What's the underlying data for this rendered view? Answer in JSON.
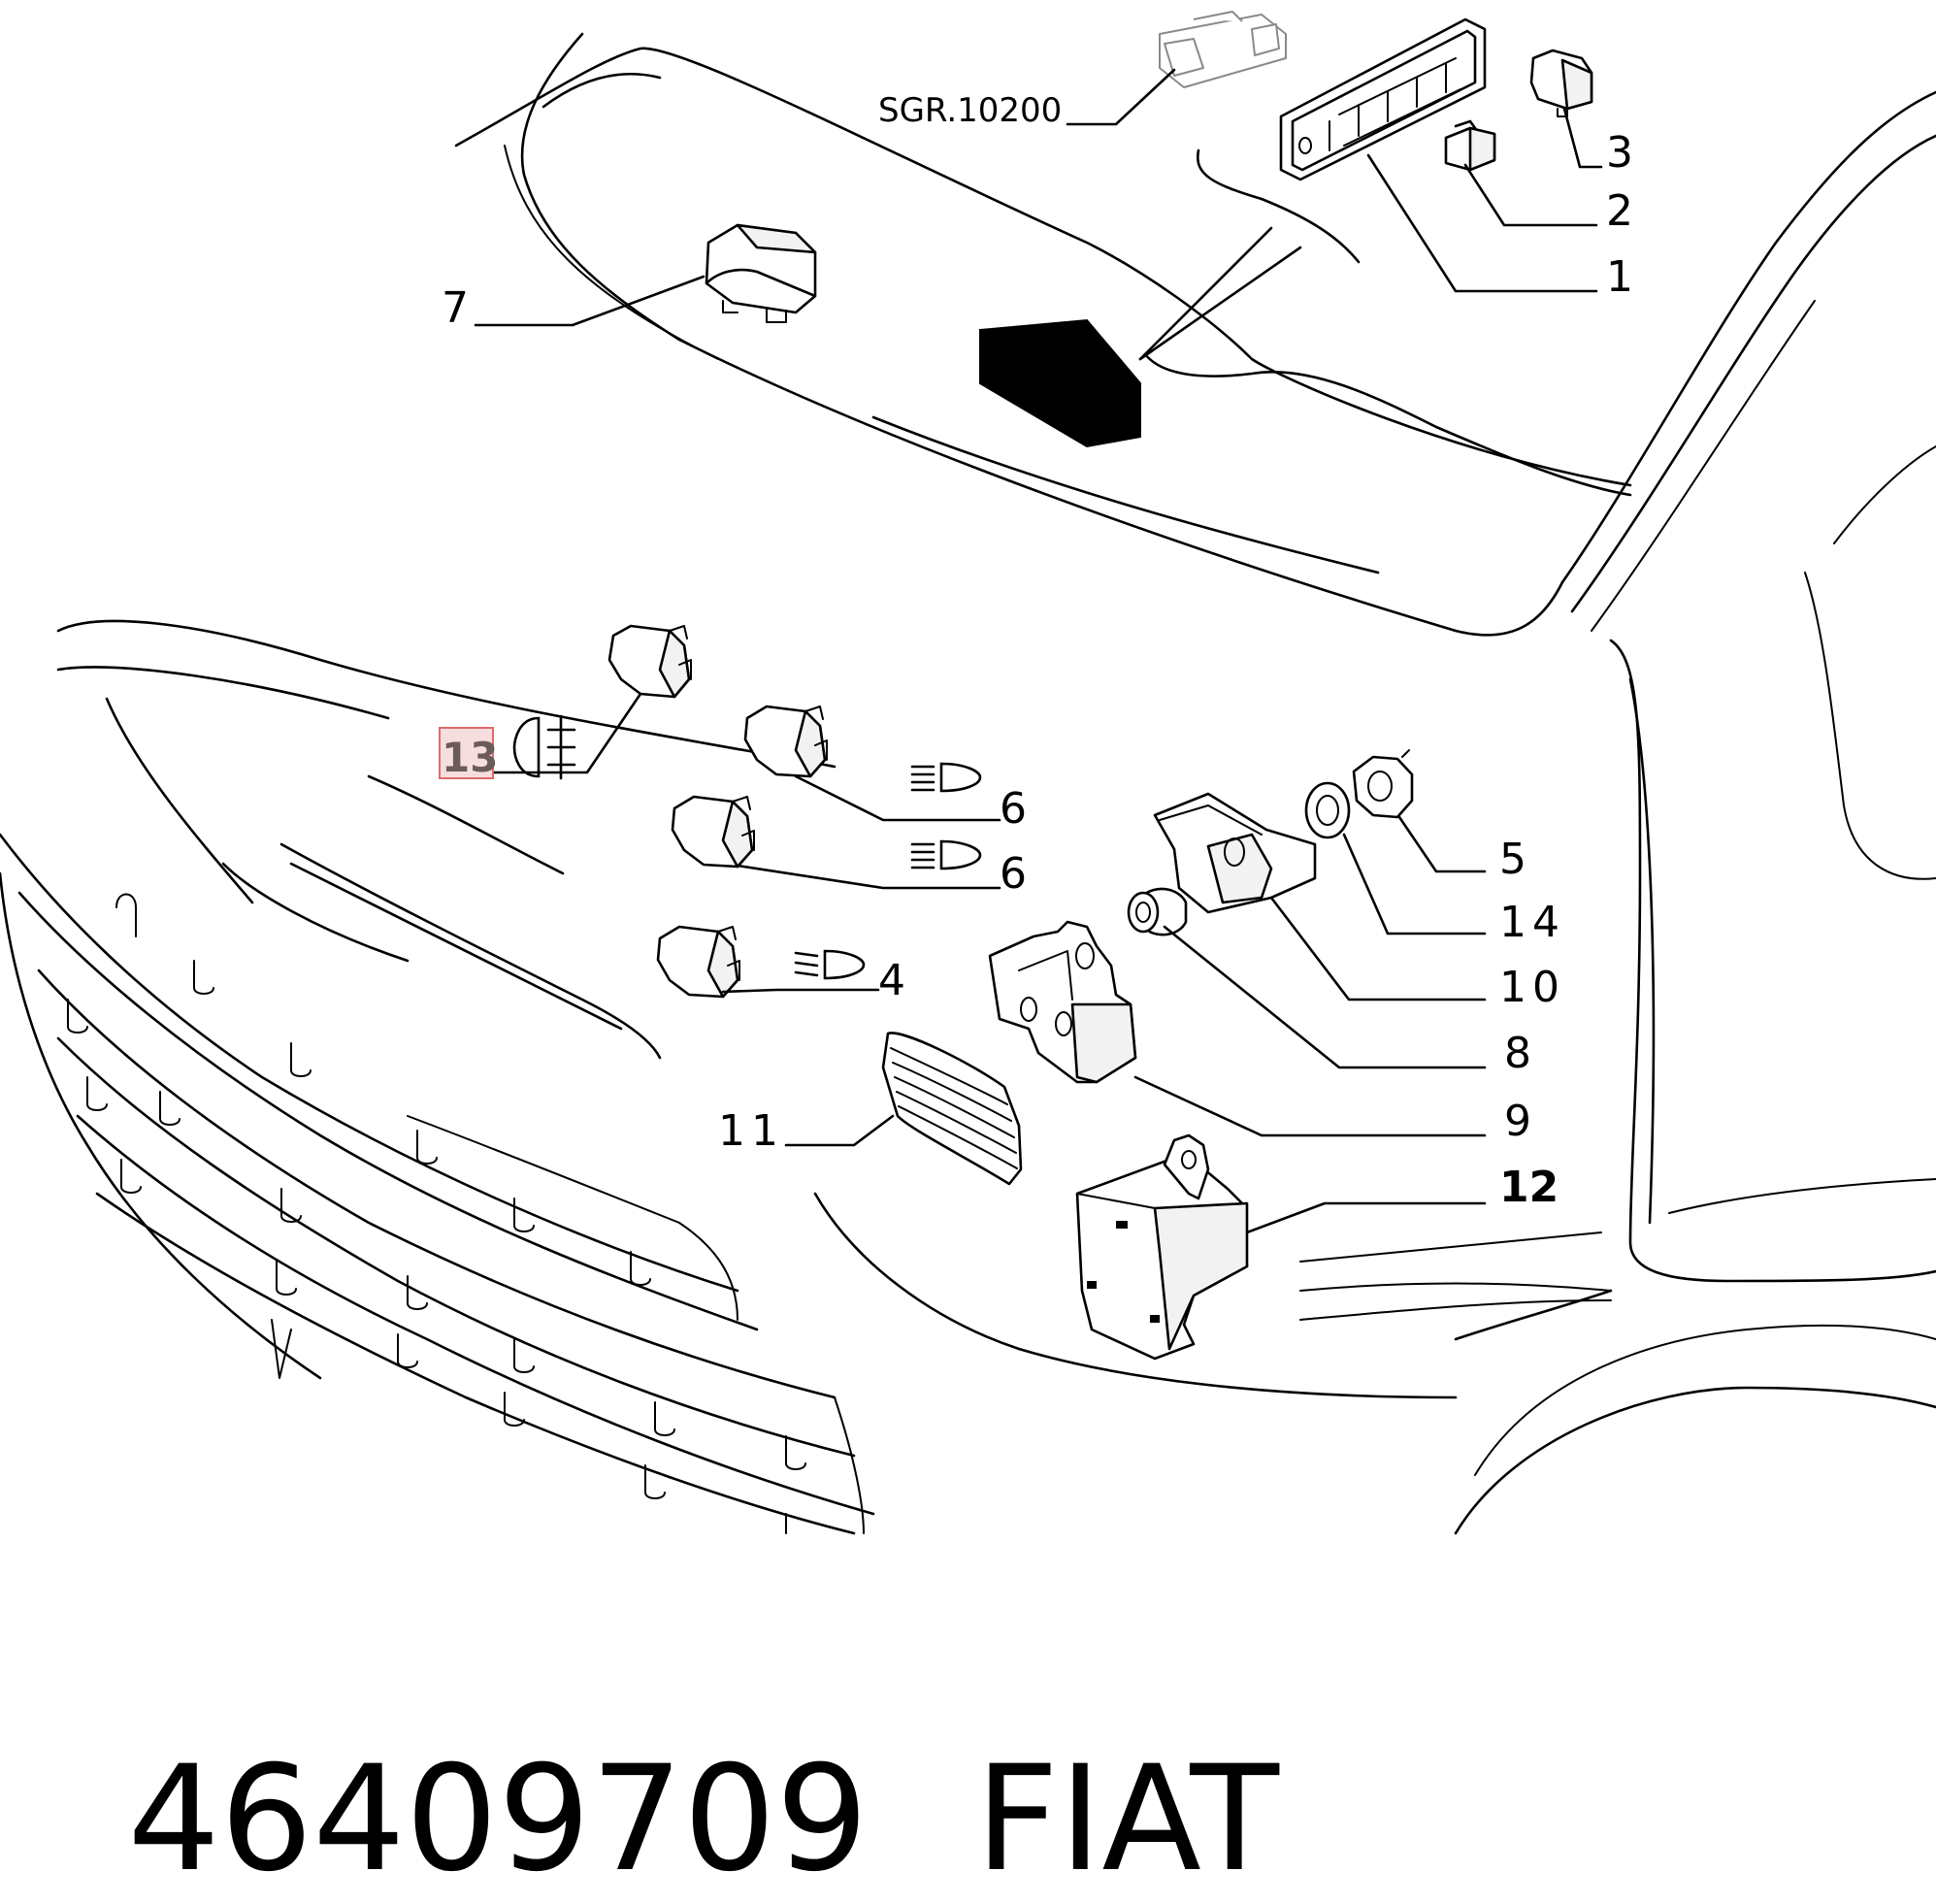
{
  "diagram": {
    "reference_label": "SGR.10200",
    "highlighted_callout": "13",
    "callouts": [
      "1",
      "2",
      "3",
      "4",
      "5",
      "6",
      "6",
      "7",
      "8",
      "9",
      "10",
      "11",
      "12",
      "14"
    ]
  },
  "caption": {
    "part_number": "46409709",
    "brand": "FIAT"
  },
  "colors": {
    "highlight_border": "#e06a6a",
    "highlight_fill": "#f6dede",
    "line": "#000000",
    "background": "#ffffff"
  }
}
